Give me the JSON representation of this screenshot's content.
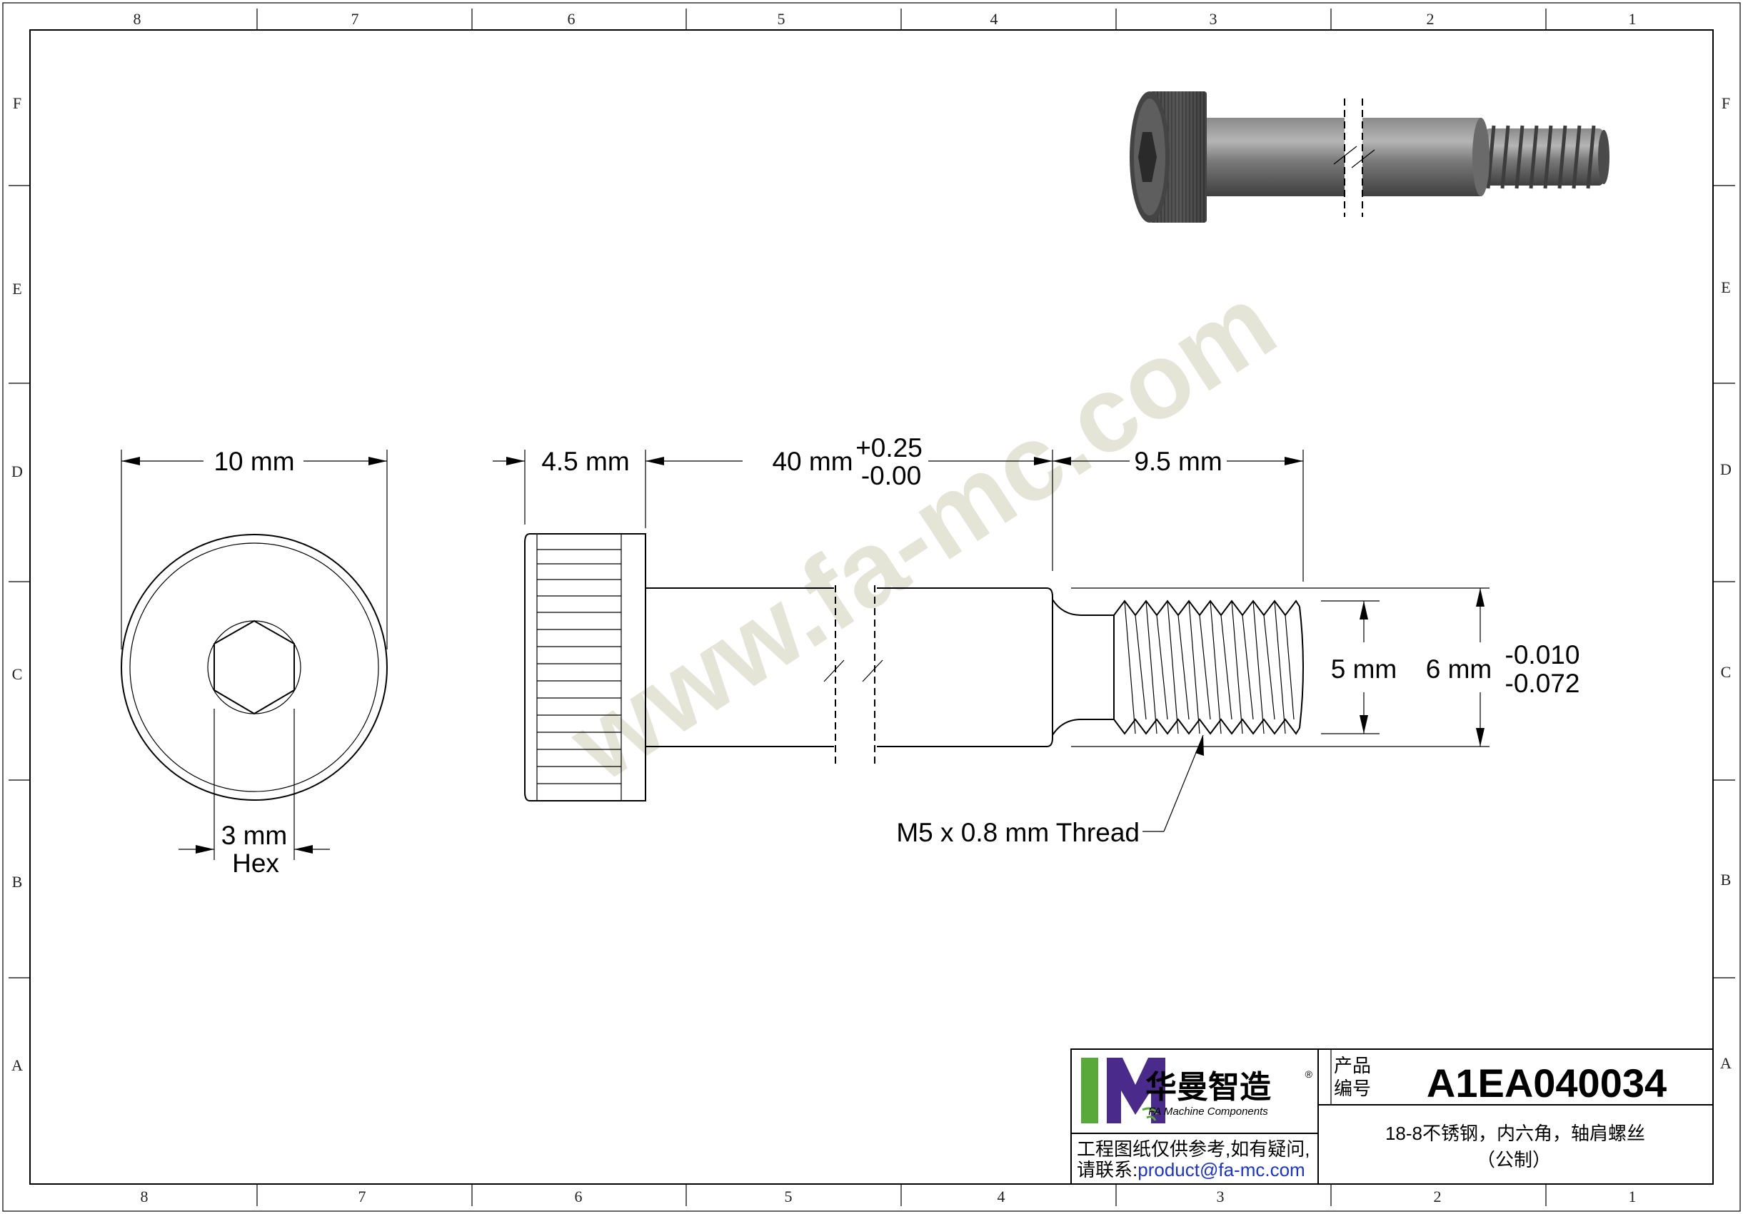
{
  "border": {
    "columns": [
      "8",
      "7",
      "6",
      "5",
      "4",
      "3",
      "2",
      "1"
    ],
    "rows": [
      "F",
      "E",
      "D",
      "C",
      "B",
      "A"
    ]
  },
  "watermark": "www.fa-mc.com",
  "end_view": {
    "diameter": "10 mm",
    "hex_size": "3 mm",
    "hex_label": "Hex"
  },
  "side_view": {
    "head_length": "4.5 mm",
    "shoulder_length": "40 mm",
    "shoulder_tol_plus": "+0.25",
    "shoulder_tol_minus": "-0.00",
    "thread_length": "9.5 mm",
    "thread_dia": "5 mm",
    "shoulder_dia": "6 mm",
    "shoulder_dia_tol_upper": "-0.010",
    "shoulder_dia_tol_lower": "-0.072",
    "thread_note": "M5 x 0.8 mm Thread"
  },
  "title_block": {
    "logo_text": "1M",
    "company_cn": "华曼智造",
    "company_en": "FA Machine Components",
    "registered": "®",
    "disclaimer_line1": "工程图纸仅供参考,如有疑问,",
    "disclaimer_line2_prefix": "请联系:",
    "contact_email": "product@fa-mc.com",
    "code_label_line1": "产品",
    "code_label_line2": "编号",
    "product_code": "A1EA040034",
    "description_line1": "18-8不锈钢，内六角，轴肩螺丝",
    "description_line2": "（公制）"
  },
  "colors": {
    "logo_green": "#58a83a",
    "logo_purple": "#4a2a8a",
    "link_blue": "#1a33d6",
    "render_steel": "#6e6e6e",
    "watermark": "#d6d6c2"
  }
}
